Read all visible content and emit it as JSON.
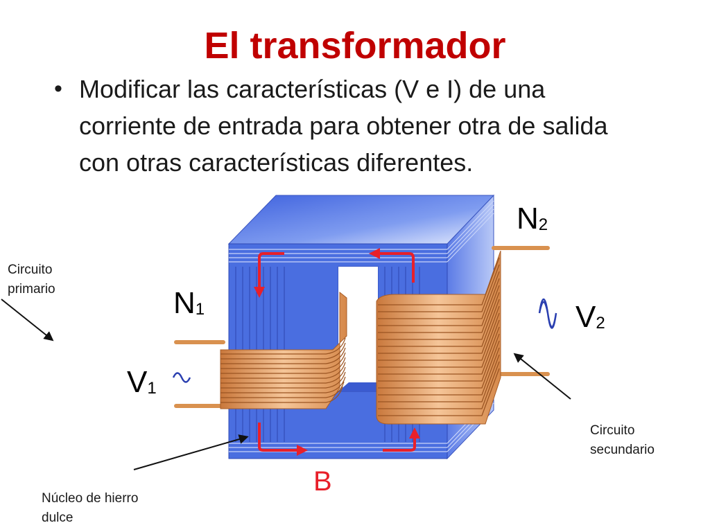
{
  "slide": {
    "title": "El transformador",
    "bullet_symbol": "•",
    "bullet_text": "Modificar las características (V e I) de una corriente de entrada para obtener otra de salida con otras características diferentes."
  },
  "labels": {
    "primary_line1": "Circuito",
    "primary_line2": "primario",
    "secondary_line1": "Circuito",
    "secondary_line2": "secundario",
    "core_line1": "Núcleo de hierro",
    "core_line2": "dulce"
  },
  "symbols": {
    "n1_letter": "N",
    "n1_sub": "1",
    "n2_letter": "N",
    "n2_sub": "2",
    "v1_letter": "V",
    "v1_sub": "1",
    "v2_letter": "V",
    "v2_sub": "2",
    "b_letter": "B"
  },
  "colors": {
    "title": "#c00000",
    "core_blue": "#4a6ee0",
    "core_light": "#a9bcf5",
    "coil_copper": "#e8a46a",
    "flux_arrow": "#e8202a",
    "wave": "#2a3fb0"
  }
}
